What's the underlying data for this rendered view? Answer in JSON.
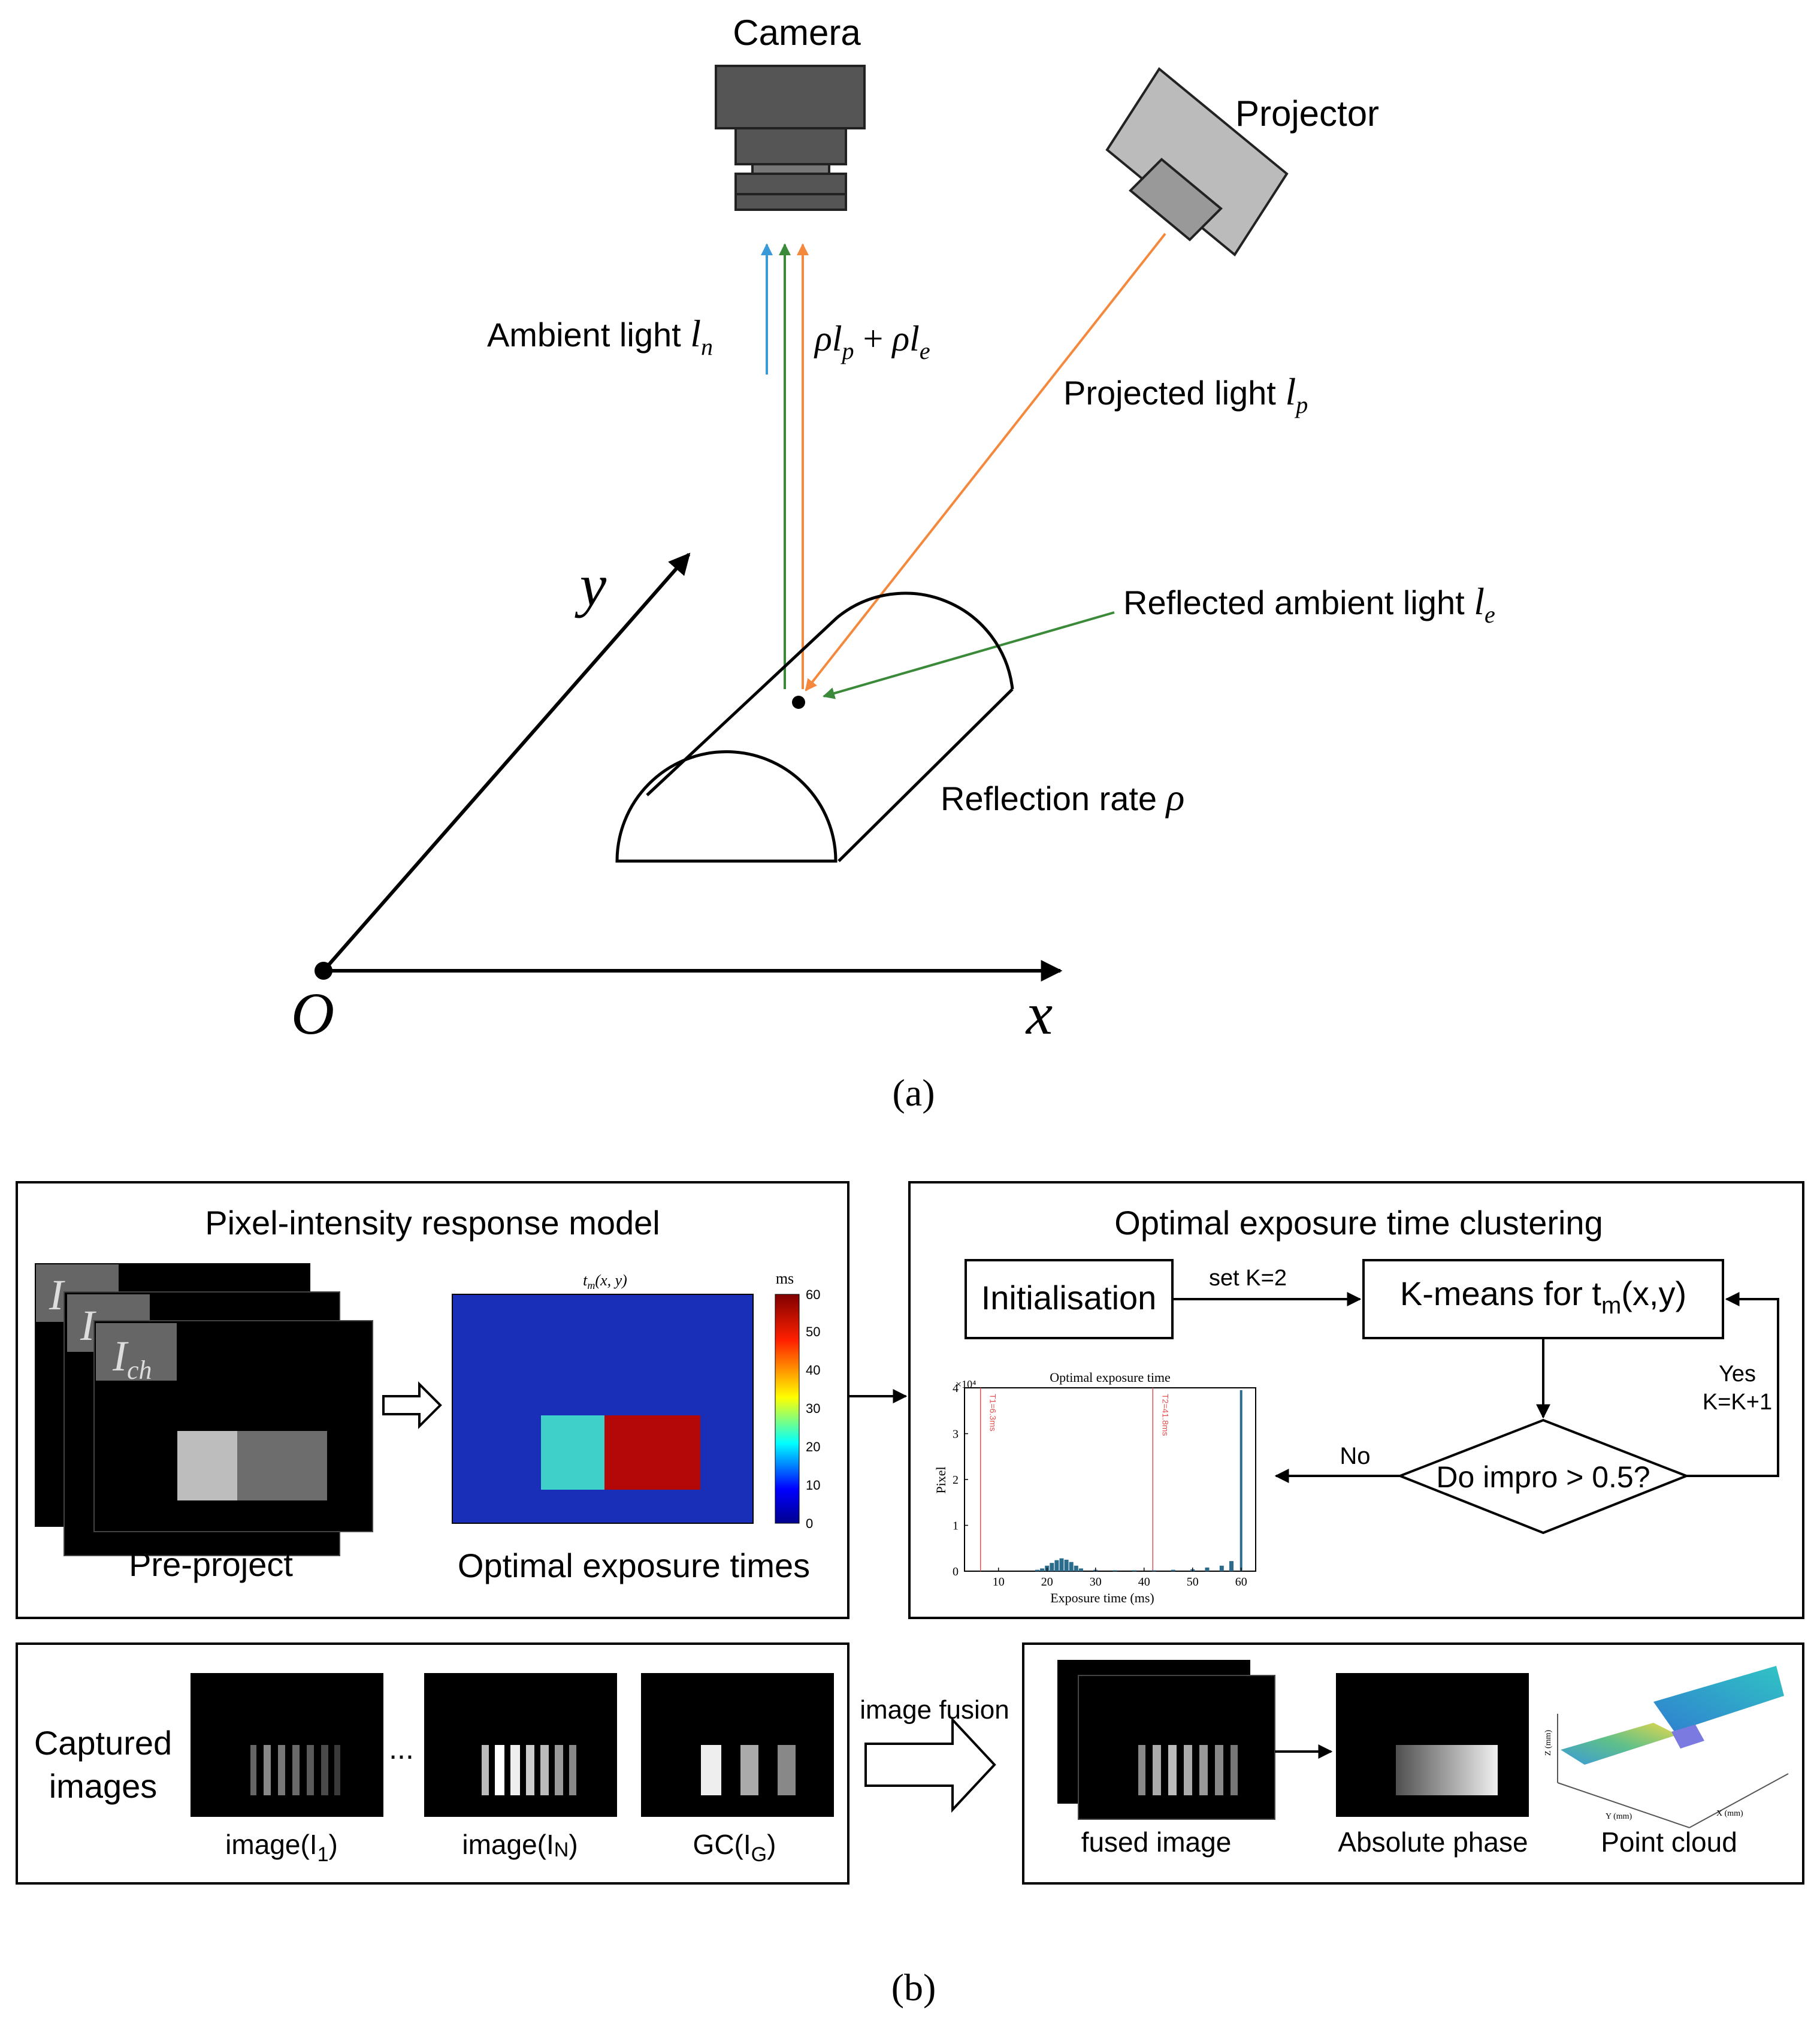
{
  "part_a": {
    "camera_label": "Camera",
    "projector_label": "Projector",
    "ambient_light": {
      "text": "Ambient light ",
      "symbol": "l",
      "sub": "n"
    },
    "reflected_sum": {
      "rho1": "ρ",
      "l1": "l",
      "sub1": "p",
      "plus": " + ",
      "rho2": "ρ",
      "l2": "l",
      "sub2": "e"
    },
    "projected_light": {
      "text": "Projected light ",
      "symbol": "l",
      "sub": "p"
    },
    "reflected_ambient": {
      "text": "Reflected ambient light ",
      "symbol": "l",
      "sub": "e"
    },
    "reflection_rate": {
      "text": "Reflection rate ",
      "symbol": "ρ"
    },
    "axis_y": "y",
    "axis_x": "x",
    "origin": "O",
    "caption": "(a)"
  },
  "part_b": {
    "pixel_model": {
      "title": "Pixel-intensity response model",
      "stack_labels": [
        {
          "symbol": "I",
          "sub": ""
        },
        {
          "symbol": "I",
          "sub": ""
        },
        {
          "symbol": "I",
          "sub": "ch"
        }
      ],
      "pre_project_label": "Pre-project",
      "heatmap_title": {
        "t": "t",
        "sub": "m",
        "args": "(x, y)"
      },
      "colorbar_unit": "ms",
      "colorbar_ticks": [
        "0",
        "10",
        "20",
        "30",
        "40",
        "50",
        "60"
      ],
      "heatmap_caption": "Optimal exposure times"
    },
    "clustering": {
      "title": "Optimal exposure time clustering",
      "init_label": "Initialisation",
      "setk_label": "set K=2",
      "kmeans": {
        "text": "K-means for t",
        "sub": "m",
        "args": "(x,y)"
      },
      "decision_label": "Do impro > 0.5?",
      "yes_label": "Yes",
      "increment_label": "K=K+1",
      "no_label": "No"
    },
    "capture": {
      "label_line1": "Captured",
      "label_line2": "images",
      "ellipsis": "...",
      "img1": {
        "text": "image(I",
        "sub": "1",
        "close": ")"
      },
      "imgN": {
        "text": "image(I",
        "sub": "N",
        "close": ")"
      },
      "gc": {
        "text": "GC(I",
        "sub": "G",
        "close": ")"
      }
    },
    "fusion_label": "image fusion",
    "results": {
      "fused_label": "fused image",
      "phase_label": "Absolute phase",
      "cloud_label": "Point cloud",
      "cloud_axis_z": "Z (mm)",
      "cloud_axis_y": "Y (mm)",
      "cloud_axis_x": "X (mm)"
    },
    "caption": "(b)"
  },
  "chart_data": {
    "type": "bar",
    "title": "Optimal exposure time",
    "xlabel": "Exposure time (ms)",
    "ylabel": "Pixel",
    "y_multiplier": "×10⁴",
    "xlim": [
      3,
      63
    ],
    "ylim": [
      0,
      4
    ],
    "x_ticks": [
      "10",
      "20",
      "30",
      "40",
      "50",
      "60"
    ],
    "y_ticks": [
      "0",
      "1",
      "2",
      "3",
      "4"
    ],
    "threshold_labels": [
      "T1=6.3ms",
      "T2=41.8ms"
    ],
    "thresholds": [
      6.3,
      41.8
    ],
    "x": [
      18,
      19,
      20,
      21,
      22,
      23,
      24,
      25,
      26,
      27,
      30,
      34,
      38,
      42,
      46,
      50,
      53,
      56,
      58,
      60
    ],
    "values": [
      0.03,
      0.06,
      0.12,
      0.18,
      0.24,
      0.28,
      0.25,
      0.2,
      0.12,
      0.06,
      0.03,
      0.02,
      0.02,
      0.02,
      0.03,
      0.04,
      0.08,
      0.12,
      0.22,
      3.95
    ],
    "colors": {
      "bar": "#2b6c8c",
      "threshold": "#e05050"
    }
  },
  "colors": {
    "ambient_arrow": "#3a9ad9",
    "reflected_arrow": "#3a8a3a",
    "projected_arrow": "#f4893d"
  }
}
